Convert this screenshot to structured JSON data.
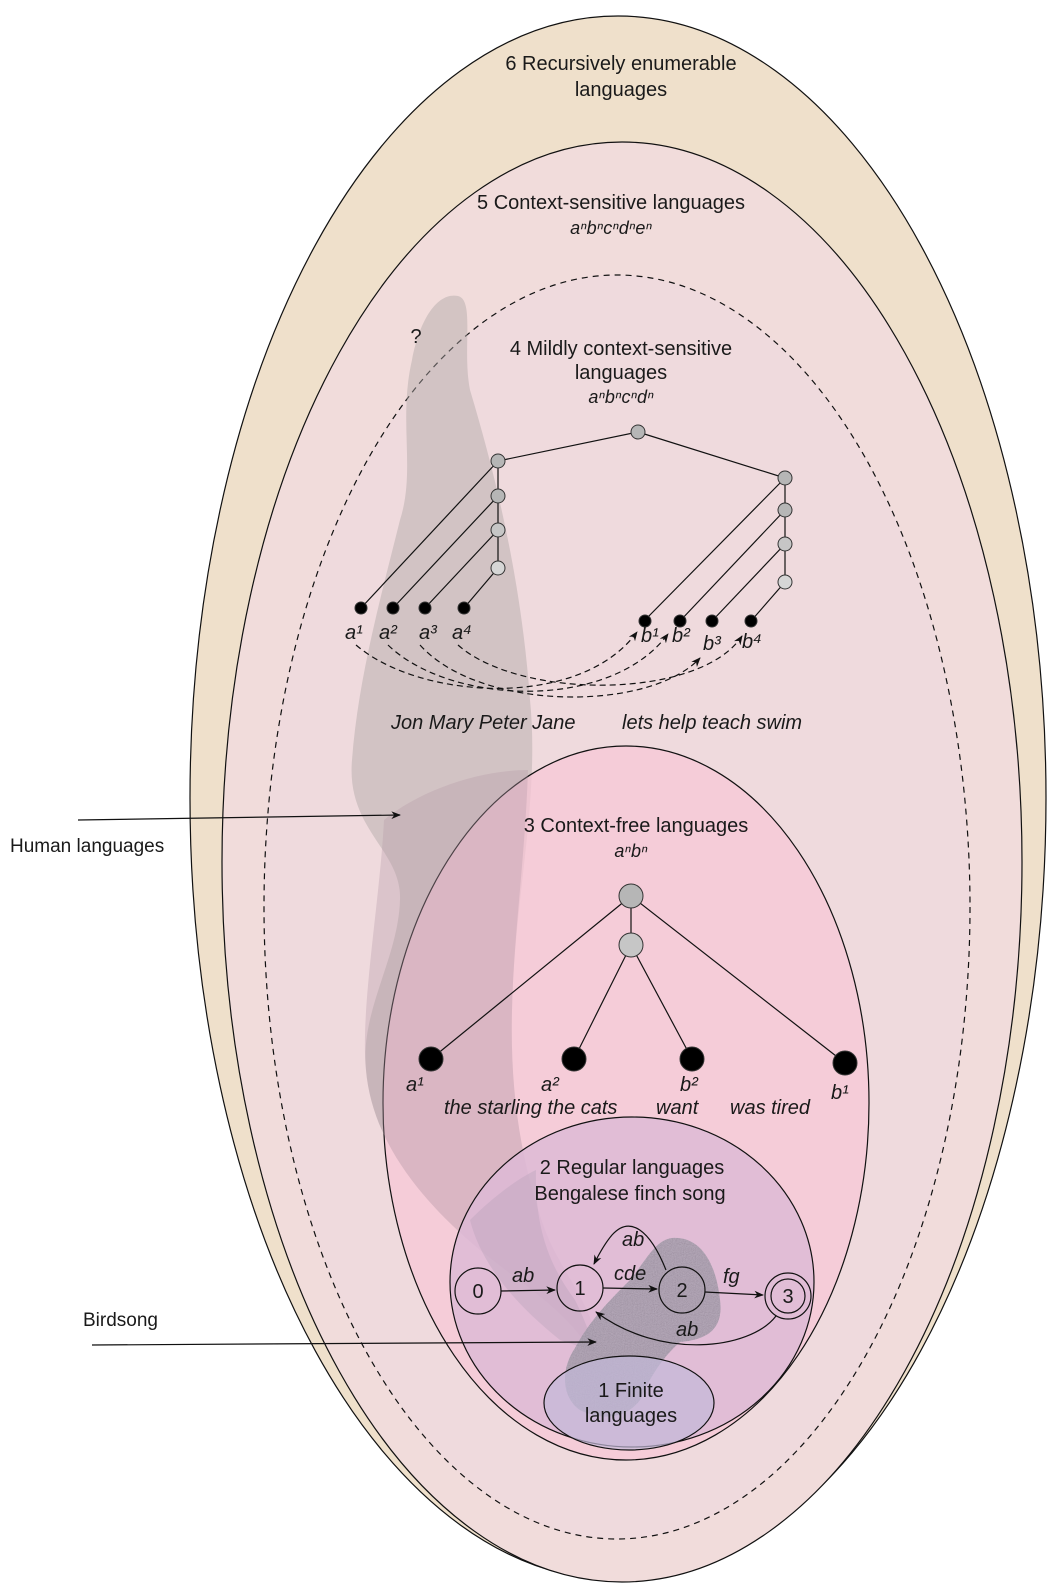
{
  "levels": {
    "recursively_enumerable": {
      "line1": "6 Recursively enumerable",
      "line2": "languages"
    },
    "context_sensitive": {
      "title": "5 Context-sensitive languages",
      "formula": "aⁿbⁿcⁿdⁿeⁿ"
    },
    "mildly_context_sensitive": {
      "line1": "4 Mildly context-sensitive",
      "line2": "languages",
      "formula": "aⁿbⁿcⁿdⁿ"
    },
    "context_free": {
      "title": "3 Context-free languages",
      "formula": "aⁿbⁿ"
    },
    "regular": {
      "line1": "2 Regular languages",
      "line2": "Bengalese finch song"
    },
    "finite": {
      "line1": "1 Finite",
      "line2": "languages"
    }
  },
  "question_mark": "?",
  "side_labels": {
    "human": "Human languages",
    "birdsong": "Birdsong"
  },
  "mcs_example": {
    "a_labels": [
      "a¹",
      "a²",
      "a³",
      "a⁴"
    ],
    "b_labels": [
      "b¹",
      "b²",
      "b³",
      "b⁴"
    ],
    "sentence_left": "Jon Mary Peter Jane",
    "sentence_right": "lets help teach swim"
  },
  "cf_example": {
    "leaf_labels": [
      "a¹",
      "a²",
      "b²",
      "b¹"
    ],
    "words": [
      "the starling the cats",
      "want",
      "was tired"
    ]
  },
  "fsa": {
    "states": [
      "0",
      "1",
      "2",
      "3"
    ],
    "edges": [
      "ab",
      "cde",
      "fg",
      "ab",
      "ab"
    ]
  },
  "colors": {
    "re_fill": "#efe0cb",
    "cs_fill": "#f1dcdb",
    "mcs_fill": "#efdadd",
    "cf_fill": "#f6c6d6",
    "reg_fill": "#ddbad6",
    "fin_fill": "#c3b9d9",
    "human_shade": "#b0a6a6",
    "node_gray": "#b6b6b6"
  }
}
